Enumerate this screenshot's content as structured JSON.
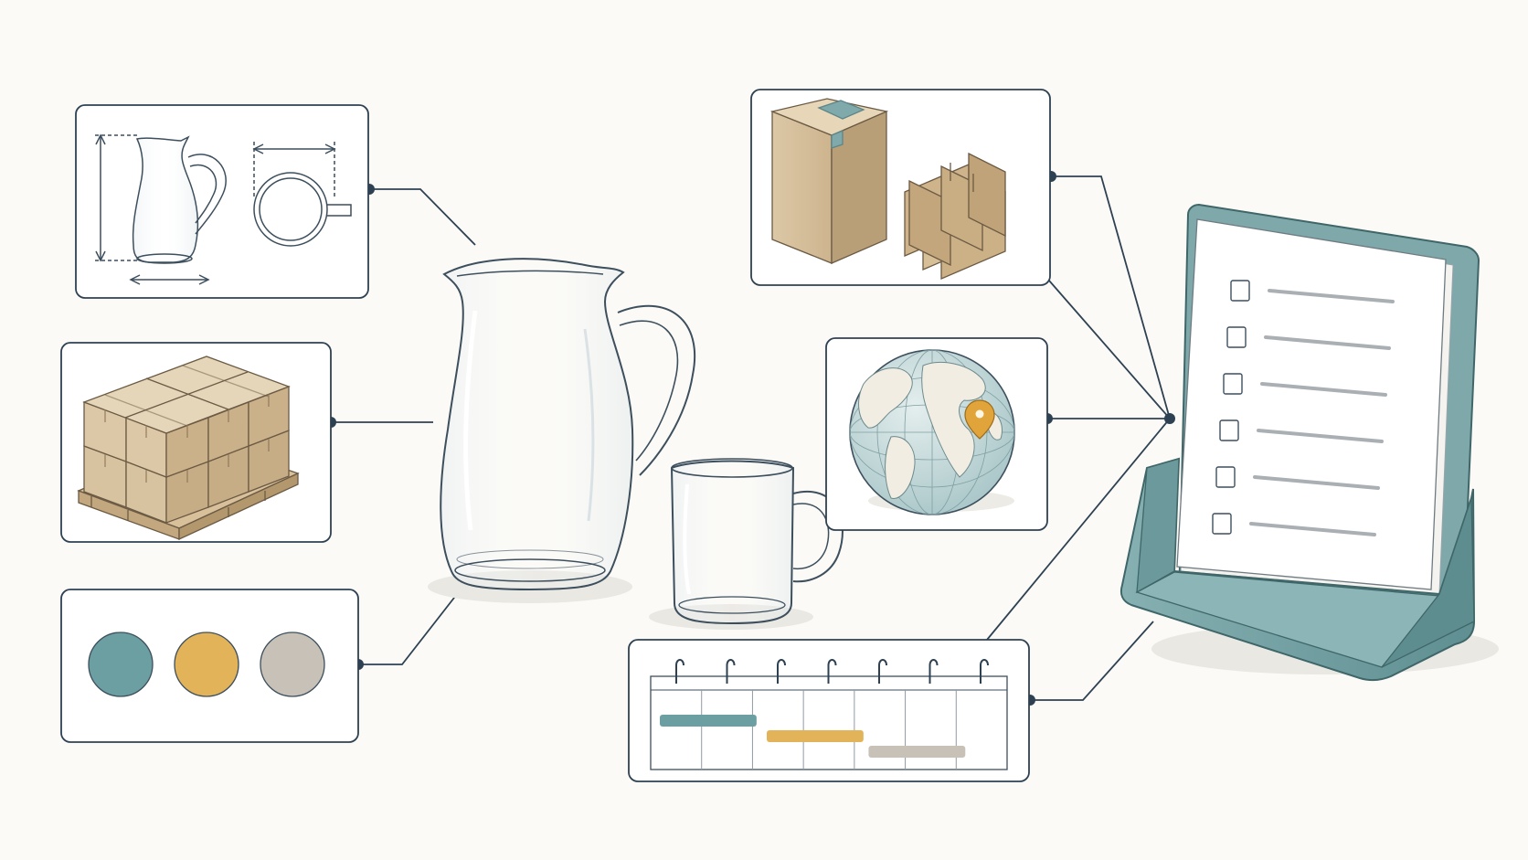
{
  "colors": {
    "background": "#fbfaf6",
    "frame": "#2e4152",
    "glass_outline": "#3d4f5d",
    "cardboard": "#d9c4a3",
    "cardboard_dark": "#b89c74",
    "teal": "#6c9fa1",
    "yellow": "#e3b35a",
    "gray": "#c8c1b8",
    "ocean": "#cfe0e1",
    "land": "#f1ede3",
    "pin": "#d99a2b",
    "paper": "#ffffff",
    "stand": "#7ea8aa"
  },
  "swatches": [
    {
      "name": "teal",
      "color": "#6c9fa1"
    },
    {
      "name": "yellow",
      "color": "#e3b35a"
    },
    {
      "name": "gray",
      "color": "#c8c1b8"
    }
  ],
  "schedule_bars": [
    {
      "color": "#6c9fa1",
      "start_col": 0,
      "end_col": 1.9,
      "row": 0
    },
    {
      "color": "#e3b35a",
      "start_col": 2.1,
      "end_col": 4.0,
      "row": 1
    },
    {
      "color": "#c8c1b8",
      "start_col": 4.1,
      "end_col": 6.0,
      "row": 2
    }
  ],
  "checklist_items": 6,
  "calendar_rings": 7,
  "icons": [
    "pitcher-dimensions-icon",
    "pallet-boxes-icon",
    "color-swatches-icon",
    "box-dividers-icon",
    "globe-location-icon",
    "schedule-calendar-icon",
    "checklist-clipboard-icon",
    "glass-pitcher-icon",
    "glass-mug-icon"
  ]
}
